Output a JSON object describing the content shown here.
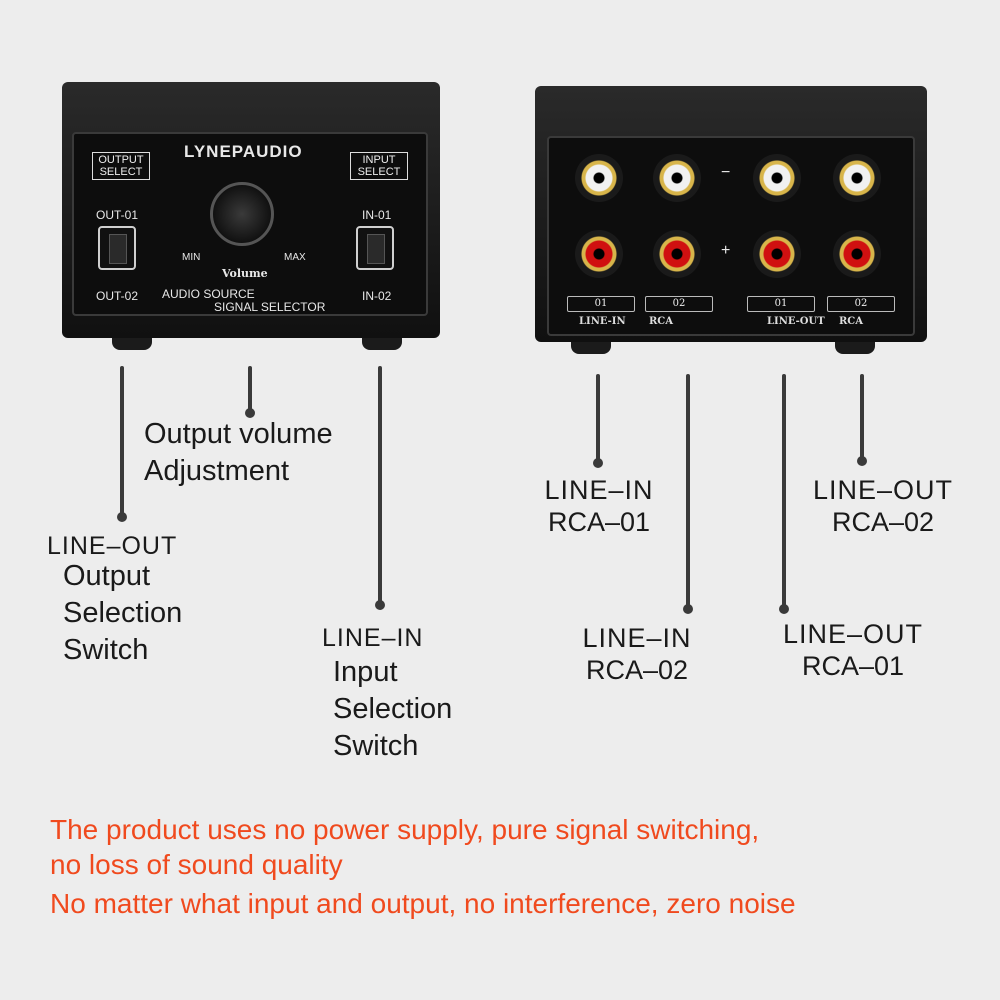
{
  "front_panel": {
    "brand": "LYNEPAUDIO",
    "output_select": "OUTPUT\nSELECT",
    "out_01": "OUT-01",
    "out_02": "OUT-02",
    "volume_min": "MIN",
    "volume_max": "MAX",
    "volume_label": "Volume",
    "title_line1": "AUDIO SOURCE",
    "title_line2": "SIGNAL SELECTOR",
    "input_select": "INPUT\nSELECT",
    "in_01": "IN-01",
    "in_02": "IN-02"
  },
  "rear_panel": {
    "tag_01_left": "01",
    "tag_02_left": "02",
    "tag_01_right": "01",
    "tag_02_right": "02",
    "line_in": "LINE-IN",
    "rca_left": "RCA",
    "line_out": "LINE-OUT",
    "rca_right": "RCA",
    "minus": "−",
    "plus": "+"
  },
  "callouts": {
    "volume": [
      "Output volume",
      "Adjustment"
    ],
    "output_switch": [
      "LINE–OUT",
      "Output",
      "Selection",
      "Switch"
    ],
    "input_switch": [
      "LINE–IN",
      "Input",
      "Selection",
      "Switch"
    ],
    "line_in_rca_01": [
      "LINE–IN",
      "RCA–01"
    ],
    "line_in_rca_02": [
      "LINE–IN",
      "RCA–02"
    ],
    "line_out_rca_01": [
      "LINE–OUT",
      "RCA–01"
    ],
    "line_out_rca_02": [
      "LINE–OUT",
      "RCA–02"
    ]
  },
  "notes": [
    "The product uses no power supply, pure signal switching,",
    "no loss of sound quality",
    "No matter what input and output, no interference, zero noise"
  ],
  "colors": {
    "background": "#ededed",
    "note_text": "#f04a1e",
    "rca_white": "#f1f1f1",
    "rca_red": "#d01010"
  }
}
